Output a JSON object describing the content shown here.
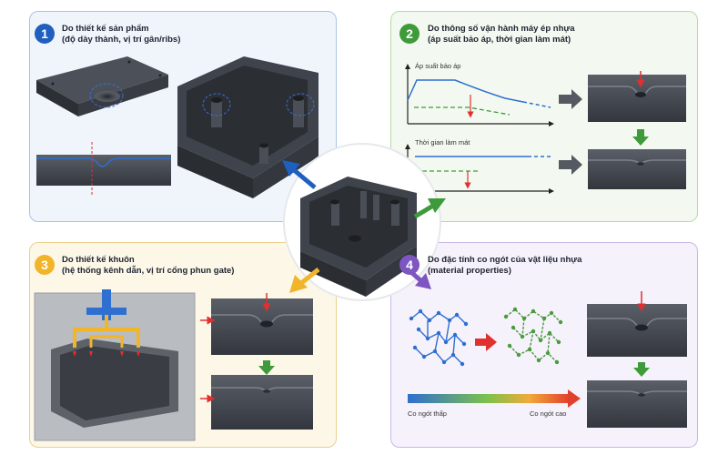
{
  "colors": {
    "blue": "#1f5fbf",
    "green": "#3f9a3a",
    "yellow": "#f1b52a",
    "purple": "#7d56c2",
    "plastic": "#3d4149",
    "red": "#e03030"
  },
  "panels": [
    {
      "number": "1",
      "title": "Do thiết kế sản phẩm",
      "subtitle": "(độ dày thành, vị trí gân/ribs)"
    },
    {
      "number": "2",
      "title": "Do thông số vận hành máy ép nhựa",
      "subtitle": "(áp suất bảo áp, thời gian làm mát)"
    },
    {
      "number": "3",
      "title": "Do thiết kế khuôn",
      "subtitle": "(hệ thống kênh dẫn, vị trí cổng phun gate)"
    },
    {
      "number": "4",
      "title": "Do đặc tính co ngót của vật liệu nhựa",
      "subtitle": "(material properties)"
    }
  ],
  "graphs": {
    "pressure_label": "Áp suất bảo áp",
    "cooling_label": "Thời gian làm mát"
  },
  "gradient_bar": {
    "low_label": "Co ngót thấp",
    "high_label": "Co ngót cao"
  }
}
